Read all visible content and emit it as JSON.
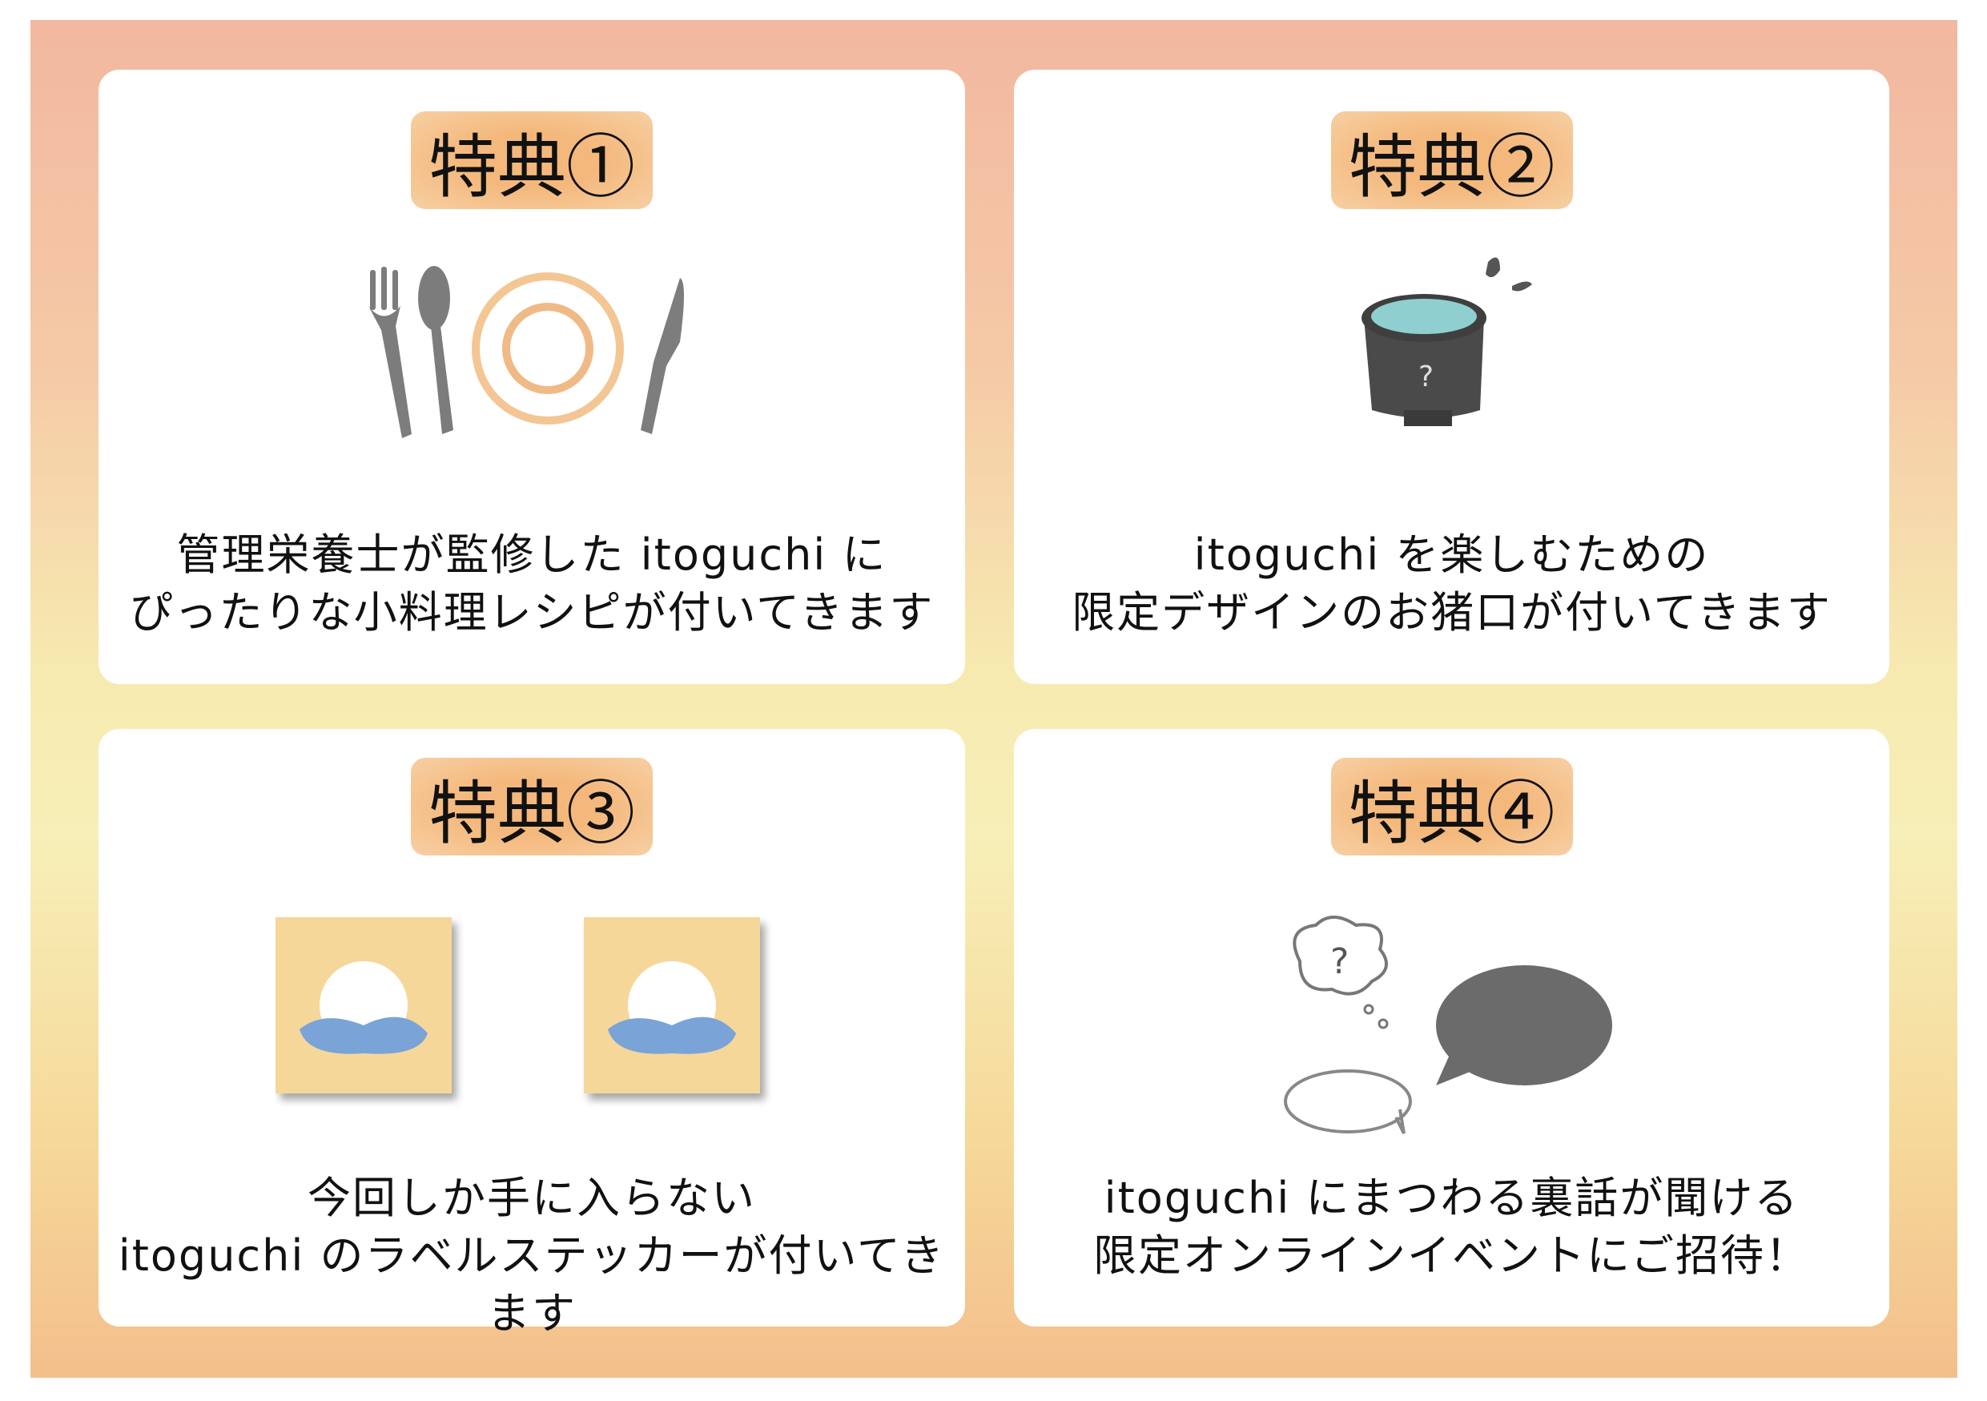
{
  "perks": [
    {
      "title": "特典①",
      "icon": "cutlery-plate-icon",
      "lines": [
        "管理栄養士が監修した itoguchi に",
        "ぴったりな小料理レシピが付いてきます"
      ]
    },
    {
      "title": "特典②",
      "icon": "sake-cup-icon",
      "lines": [
        "itoguchi を楽しむための",
        "限定デザインのお猪口が付いてきます"
      ]
    },
    {
      "title": "特典③",
      "icon": "label-sticker-icon",
      "lines": [
        "今回しか手に入らない",
        "itoguchi のラベルステッカーが付いてきます"
      ]
    },
    {
      "title": "特典④",
      "icon": "speech-bubbles-icon",
      "lines": [
        "itoguchi にまつわる裏話が聞ける",
        "限定オンラインイベントにご招待！"
      ]
    }
  ],
  "colors": {
    "frame_top": "#f2b8a0",
    "frame_mid": "#f7eab0",
    "frame_bottom": "#f3bf8c",
    "badge": "#f4b87c",
    "ink": "#111111"
  }
}
